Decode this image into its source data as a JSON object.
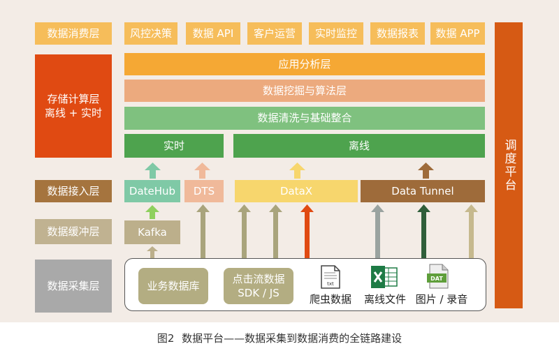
{
  "layers": {
    "consumption": "数据消费层",
    "storage_line1": "存储计算层",
    "storage_line2": "离线 + 实时",
    "ingestion": "数据接入层",
    "buffer": "数据缓冲层",
    "collection": "数据采集层"
  },
  "consumers": [
    "风控决策",
    "数据 API",
    "客户运营",
    "实时监控",
    "数据报表",
    "数据 APP"
  ],
  "compute": {
    "app_analysis": "应用分析层",
    "mining": "数据挖掘与算法层",
    "cleaning": "数据清洗与基础整合",
    "realtime": "实时",
    "offline": "离线"
  },
  "ingest_tools": {
    "datehub": "DateHub",
    "dts": "DTS",
    "datax": "DataX",
    "tunnel": "Data Tunnel"
  },
  "buffer_tool": "Kafka",
  "sources": {
    "business_db": "业务数据库",
    "clickstream_line1": "点击流数据",
    "clickstream_line2": "SDK / JS",
    "crawler": "爬虫数据",
    "crawler_icon_text": "txt",
    "offline_file": "离线文件",
    "images_audio": "图片 / 录音",
    "dat_icon_text": "DAT"
  },
  "scheduler": "调度平台",
  "caption": {
    "figure": "图2",
    "text": "数据平台——数据采集到数据消费的全链路建设"
  },
  "colors": {
    "consumer": "#f6bd5a",
    "app_analysis": "#f5a834",
    "mining": "#ecaa7e",
    "cleaning": "#7fc17f",
    "realtime_offline": "#4ea34e",
    "storage": "#e04a12",
    "scheduler": "#d65a14",
    "ingestion_label": "#a5743e",
    "buffer_label": "#c0b291",
    "collection_label": "#a9a9a9",
    "datehub": "#7fc9a6",
    "dts": "#f0b99a",
    "datax": "#f7d66d",
    "tunnel": "#9e6b3a",
    "kafka": "#bcaf8b",
    "source_box": "#b3ad82"
  }
}
